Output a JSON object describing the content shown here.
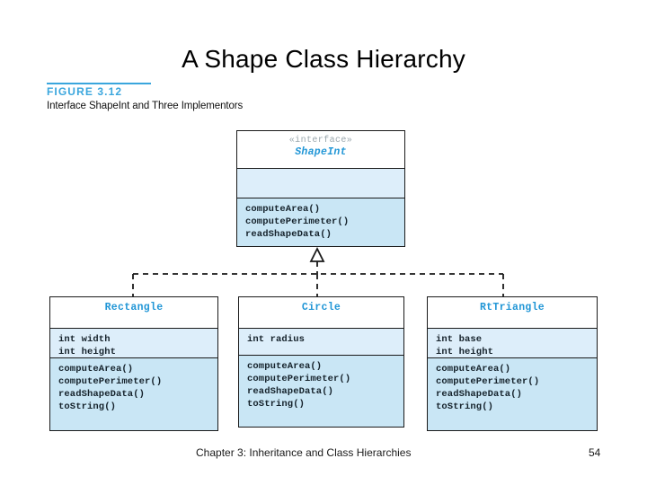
{
  "slide": {
    "title": "A Shape Class Hierarchy"
  },
  "figure": {
    "number": "FIGURE 3.12",
    "subtitle": "Interface ShapeInt and Three Implementors",
    "rule_color": "#3aa6dd"
  },
  "diagram": {
    "relationship": "realization",
    "arrow_style": "dashed-line-hollow-triangle",
    "interface": {
      "stereotype": "«interface»",
      "name": "ShapeInt",
      "attributes": [],
      "operations": [
        "computeArea()",
        "computePerimeter()",
        "readShapeData()"
      ]
    },
    "classes": [
      {
        "name": "Rectangle",
        "attributes": [
          "int width",
          "int height"
        ],
        "operations": [
          "computeArea()",
          "computePerimeter()",
          "readShapeData()",
          "toString()"
        ]
      },
      {
        "name": "Circle",
        "attributes": [
          "int radius"
        ],
        "operations": [
          "computeArea()",
          "computePerimeter()",
          "readShapeData()",
          "toString()"
        ]
      },
      {
        "name": "RtTriangle",
        "attributes": [
          "int base",
          "int height"
        ],
        "operations": [
          "computeArea()",
          "computePerimeter()",
          "readShapeData()",
          "toString()"
        ]
      }
    ],
    "colors": {
      "class_name": "#2196d6",
      "stereotype": "#9aa7ad",
      "attribute_fill": "#ddeefa",
      "operation_fill": "#c9e6f5",
      "border": "#1a1a1a"
    }
  },
  "footer": {
    "text": "Chapter 3: Inheritance and Class Hierarchies",
    "page": "54"
  }
}
